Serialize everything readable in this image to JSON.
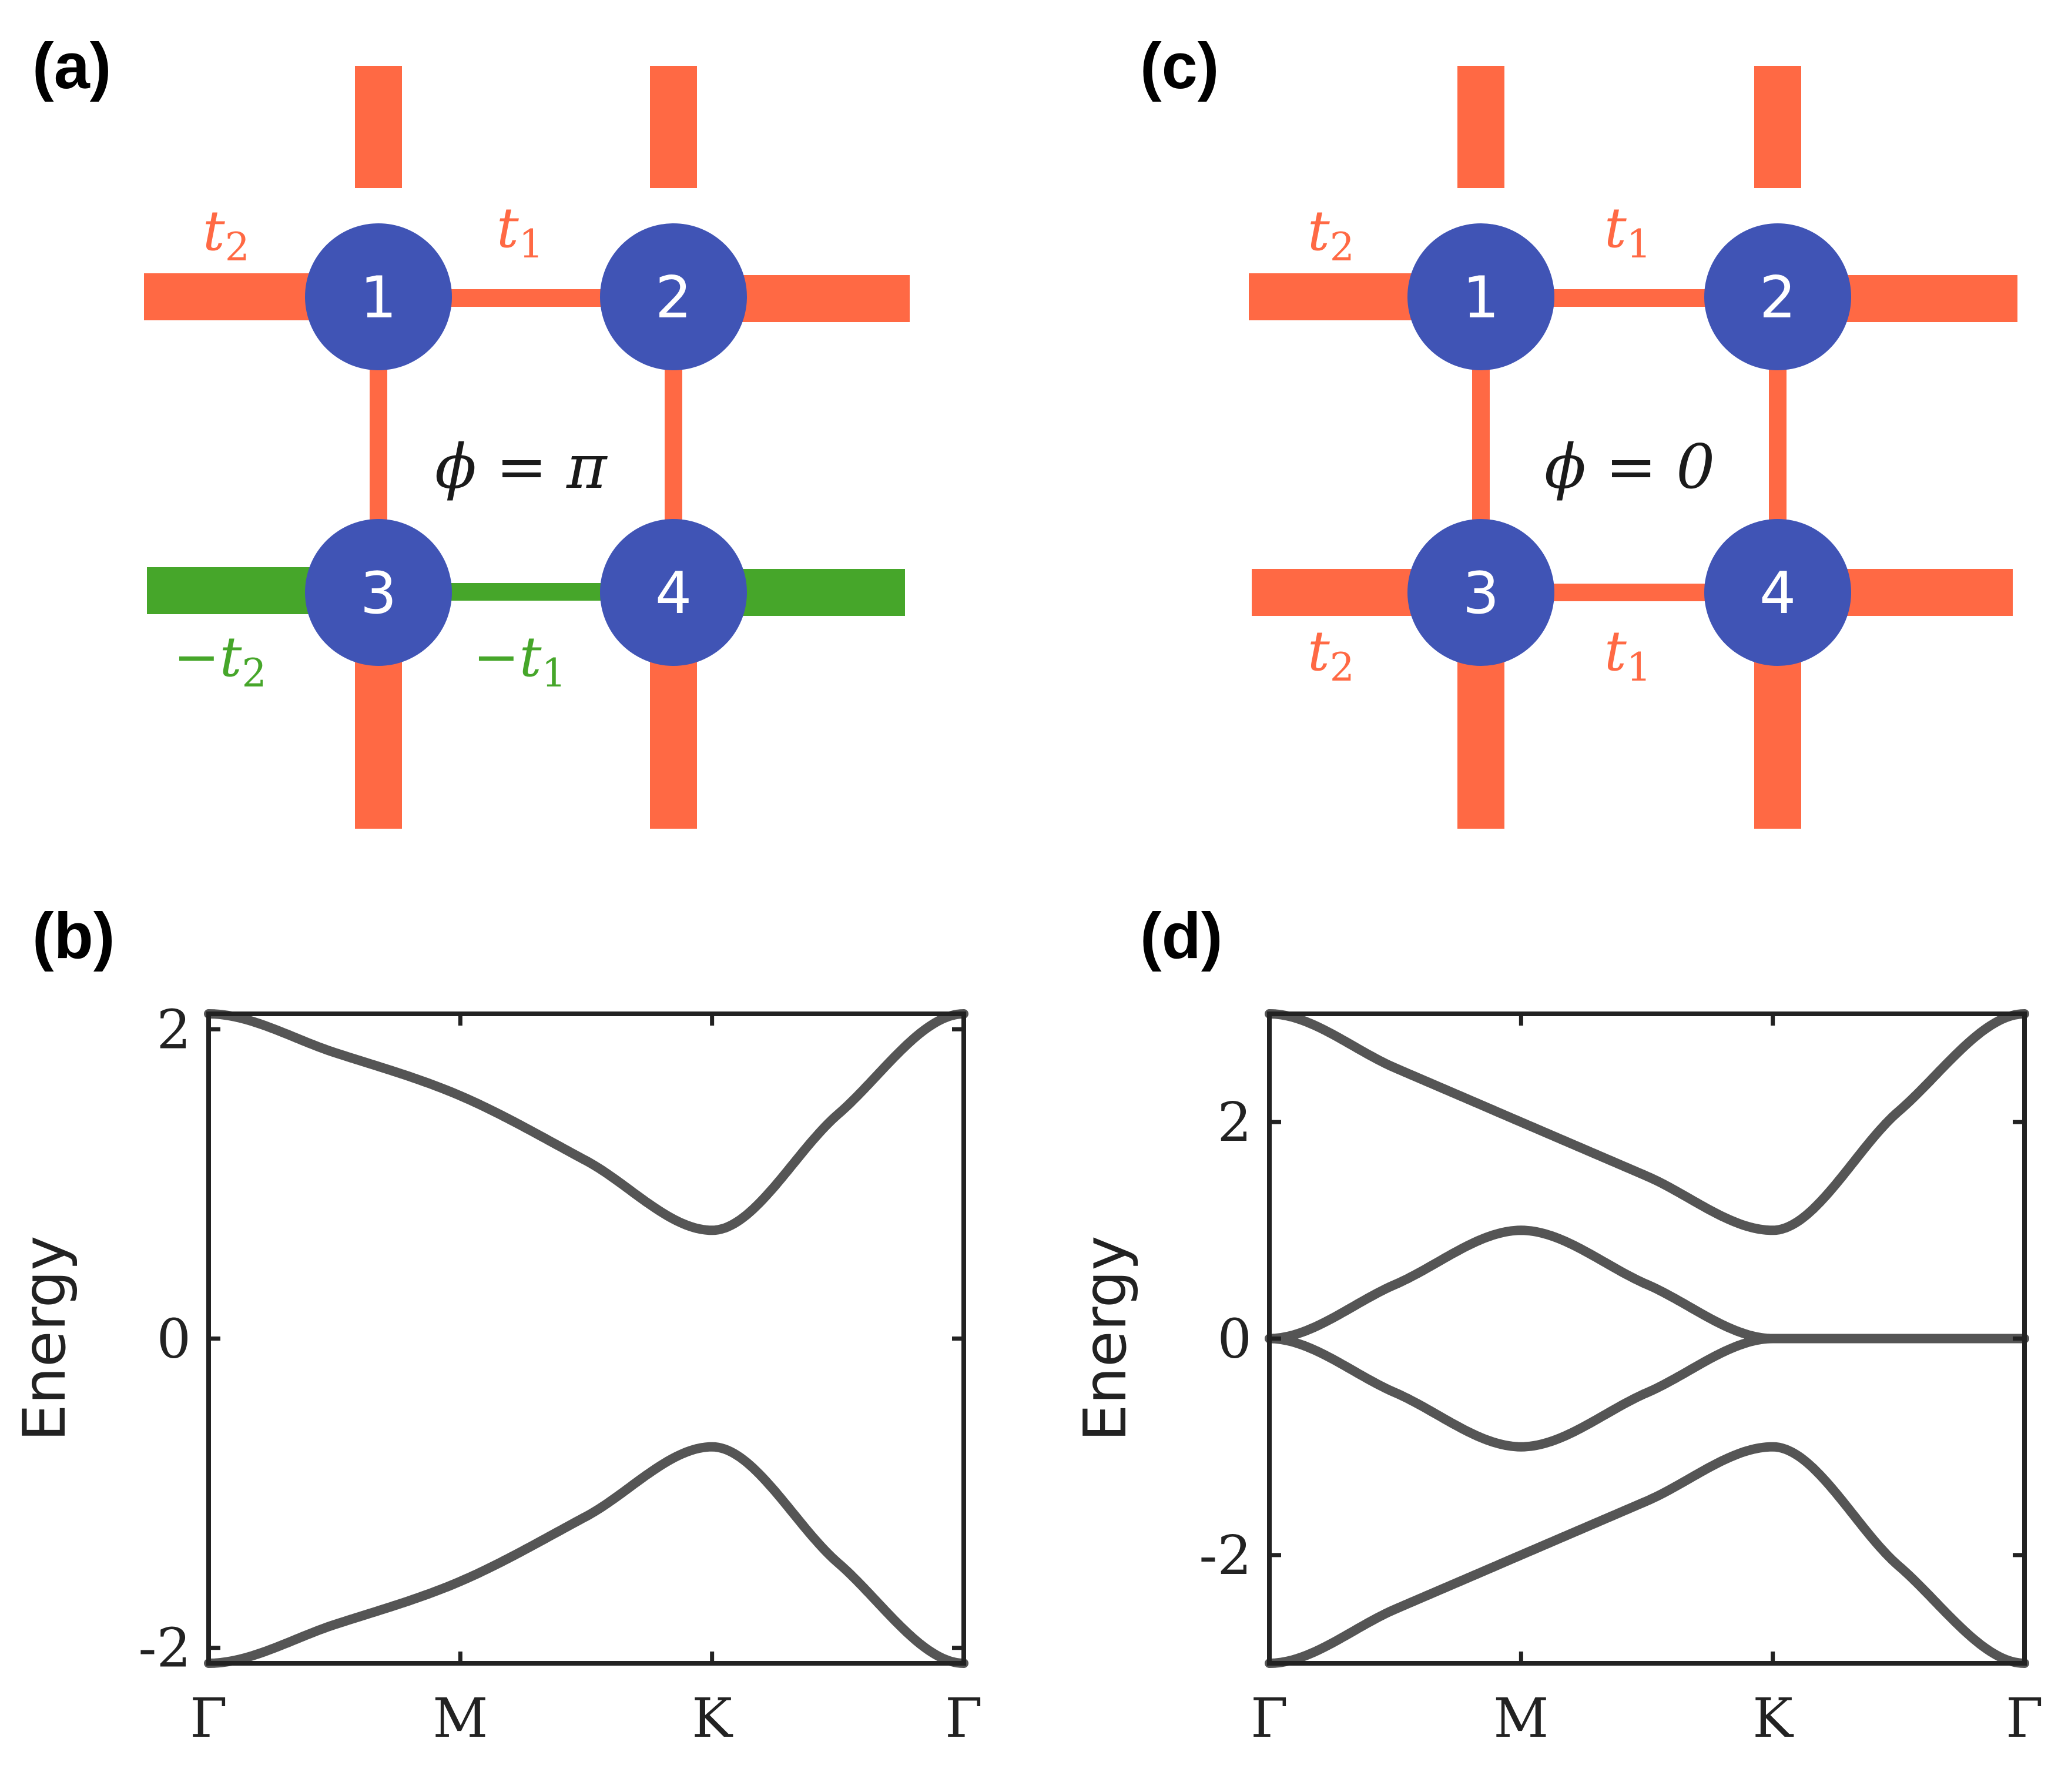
{
  "colors": {
    "site": "#4054b5",
    "positive_hop": "#ff6944",
    "negative_hop": "#46a62a",
    "band": "#555555",
    "text": "#000000"
  },
  "panels": {
    "a": {
      "label": "(a)",
      "sites": [
        "1",
        "2",
        "3",
        "4"
      ],
      "flux": "ϕ = π",
      "hops": {
        "top_left": {
          "sign": "",
          "base": "t",
          "sub": "2"
        },
        "top_mid": {
          "sign": "",
          "base": "t",
          "sub": "1"
        },
        "bottom_left": {
          "sign": "−",
          "base": "t",
          "sub": "2"
        },
        "bottom_mid": {
          "sign": "−",
          "base": "t",
          "sub": "1"
        }
      }
    },
    "c": {
      "label": "(c)",
      "sites": [
        "1",
        "2",
        "3",
        "4"
      ],
      "flux": "ϕ = 0",
      "hops": {
        "top_left": {
          "sign": "",
          "base": "t",
          "sub": "2"
        },
        "top_mid": {
          "sign": "",
          "base": "t",
          "sub": "1"
        },
        "bottom_left": {
          "sign": "",
          "base": "t",
          "sub": "2"
        },
        "bottom_mid": {
          "sign": "",
          "base": "t",
          "sub": "1"
        }
      }
    },
    "b": {
      "label": "(b)"
    },
    "d": {
      "label": "(d)"
    }
  },
  "chart_data": [
    {
      "id": "b",
      "type": "line",
      "ylabel": "Energy",
      "ylim": [
        -2.1,
        2.1
      ],
      "yticks": [
        {
          "value": 2,
          "label": "2"
        },
        {
          "value": 0,
          "label": "0"
        },
        {
          "value": -2,
          "label": "-2"
        }
      ],
      "xticks": [
        "Γ",
        "M",
        "K",
        "Γ"
      ],
      "grid": false,
      "series": [
        {
          "x": [
            0,
            0.5,
            1,
            1.5,
            2,
            2.5,
            3
          ],
          "y": [
            2.1,
            1.85,
            1.57,
            1.15,
            0.7,
            1.45,
            2.1
          ]
        },
        {
          "x": [
            0,
            0.5,
            1,
            1.5,
            2,
            2.5,
            3
          ],
          "y": [
            -2.1,
            -1.85,
            -1.57,
            -1.15,
            -0.7,
            -1.45,
            -2.1
          ]
        }
      ]
    },
    {
      "id": "d",
      "type": "line",
      "ylabel": "Energy",
      "ylim": [
        -3,
        3
      ],
      "yticks": [
        {
          "value": 2,
          "label": "2"
        },
        {
          "value": 0,
          "label": "0"
        },
        {
          "value": -2,
          "label": "-2"
        }
      ],
      "xticks": [
        "Γ",
        "M",
        "K",
        "Γ"
      ],
      "grid": false,
      "series": [
        {
          "x": [
            0,
            0.5,
            1,
            1.5,
            2,
            2.5,
            3
          ],
          "y": [
            3,
            2.5,
            2,
            1.5,
            1,
            2.1,
            3
          ]
        },
        {
          "x": [
            0,
            0.5,
            1,
            1.5,
            2,
            2.5,
            3
          ],
          "y": [
            0,
            0.5,
            1,
            0.5,
            0,
            0,
            0
          ]
        },
        {
          "x": [
            0,
            0.5,
            1,
            1.5,
            2,
            2.5,
            3
          ],
          "y": [
            0,
            -0.5,
            -1,
            -0.5,
            0,
            0,
            0
          ]
        },
        {
          "x": [
            0,
            0.5,
            1,
            1.5,
            2,
            2.5,
            3
          ],
          "y": [
            -3,
            -2.5,
            -2,
            -1.5,
            -1,
            -2.1,
            -3
          ]
        }
      ]
    }
  ]
}
